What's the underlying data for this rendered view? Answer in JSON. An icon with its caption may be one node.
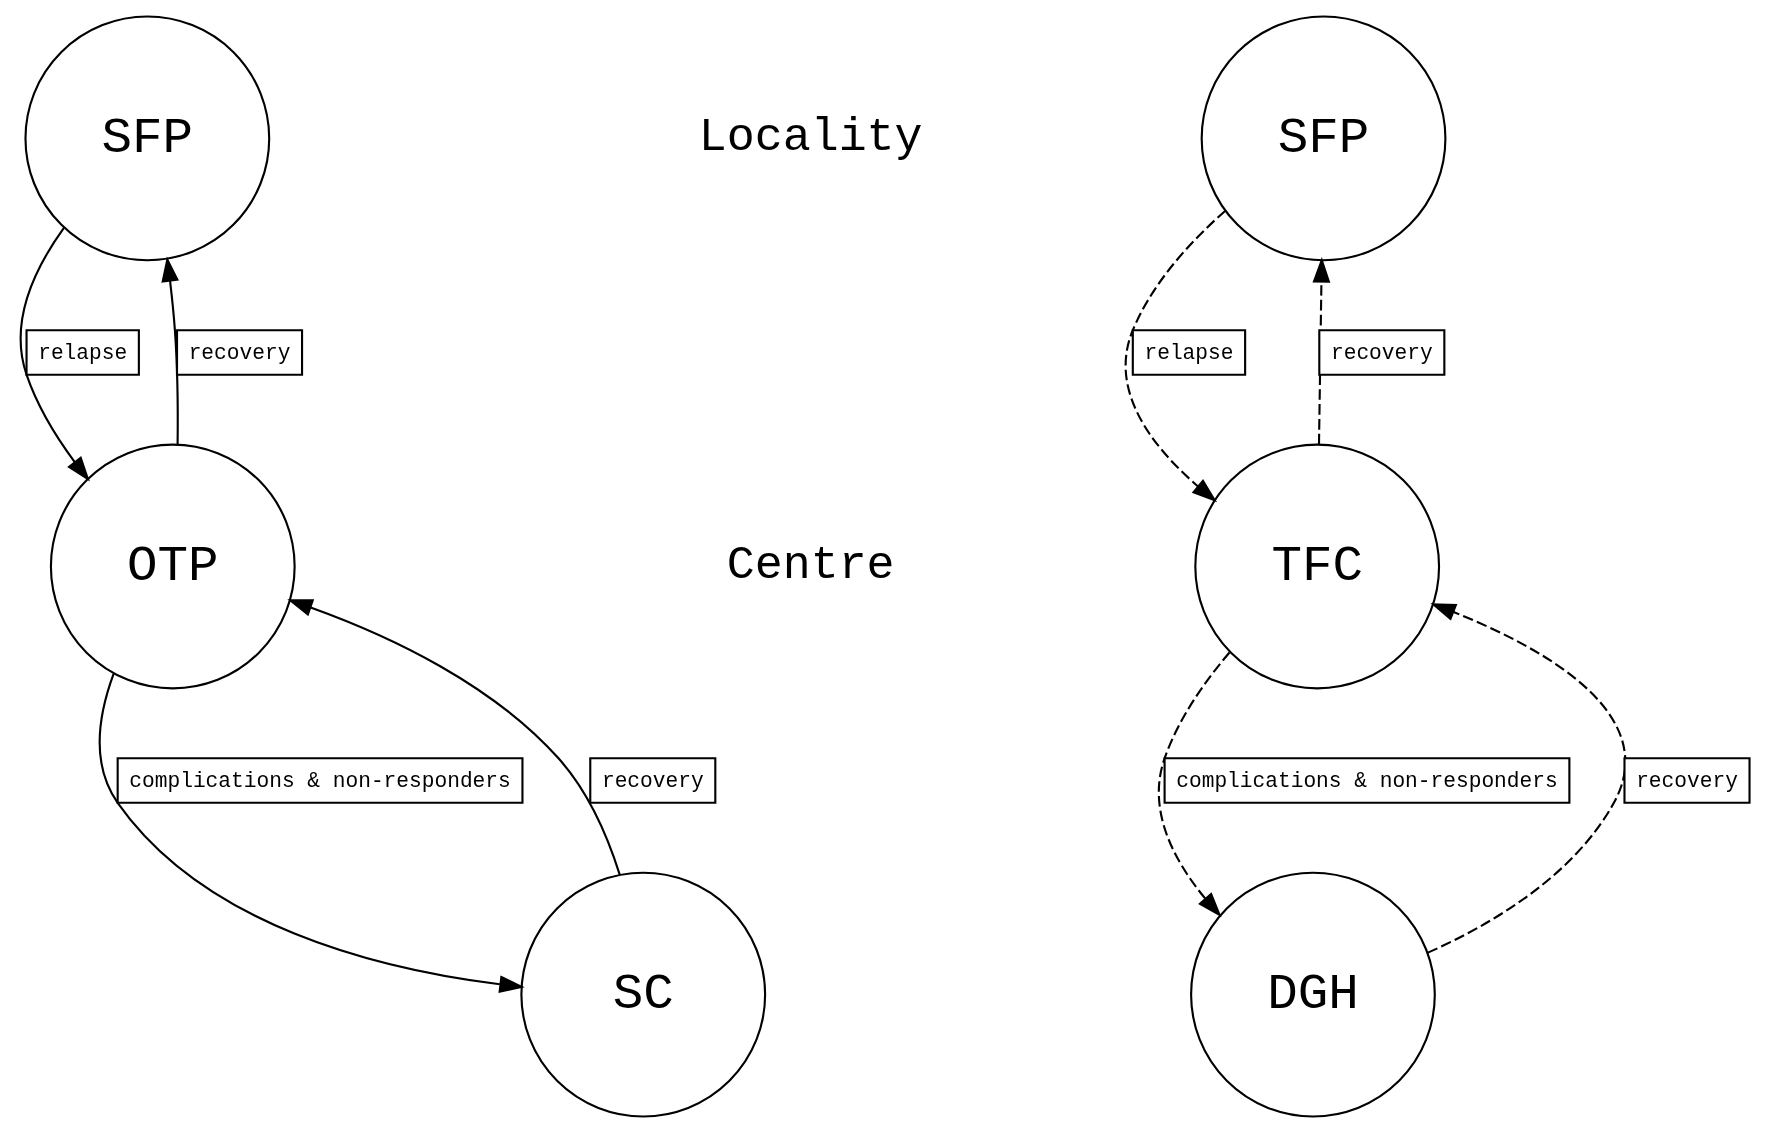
{
  "diagram": {
    "nodes": [
      {
        "text": [
          "SFP"
        ]
      },
      {
        "text": [
          "OTP"
        ]
      },
      {
        "text": [
          "SC"
        ]
      },
      {
        "text": [
          "SFP"
        ]
      },
      {
        "text": [
          "TFC"
        ]
      },
      {
        "text": [
          "DGH"
        ]
      }
    ],
    "edges": [
      {
        "from": 0,
        "to": 1,
        "arrow": "to",
        "label": "relapse"
      },
      {
        "from": 1,
        "to": 0,
        "arrow": "to",
        "label": "recovery"
      },
      {
        "from": 1,
        "to": 2,
        "arrow": "to",
        "label": "complications & non-responders"
      },
      {
        "from": 2,
        "to": 1,
        "arrow": "to",
        "label": "recovery"
      },
      {
        "from": 3,
        "to": 4,
        "arrow": "to",
        "label": "relapse",
        "style": "dashed"
      },
      {
        "from": 4,
        "to": 3,
        "arrow": "to",
        "label": "recovery",
        "style": "dashed"
      },
      {
        "from": 5,
        "to": 4,
        "arrow": "to",
        "label": "recovery",
        "style": "dashed"
      },
      {
        "from": 4,
        "to": 5,
        "arrow": "to",
        "label": "complications & non-responders",
        "style": "dashed"
      }
    ],
    "labels": [
      "Locality",
      "Centre"
    ]
  }
}
